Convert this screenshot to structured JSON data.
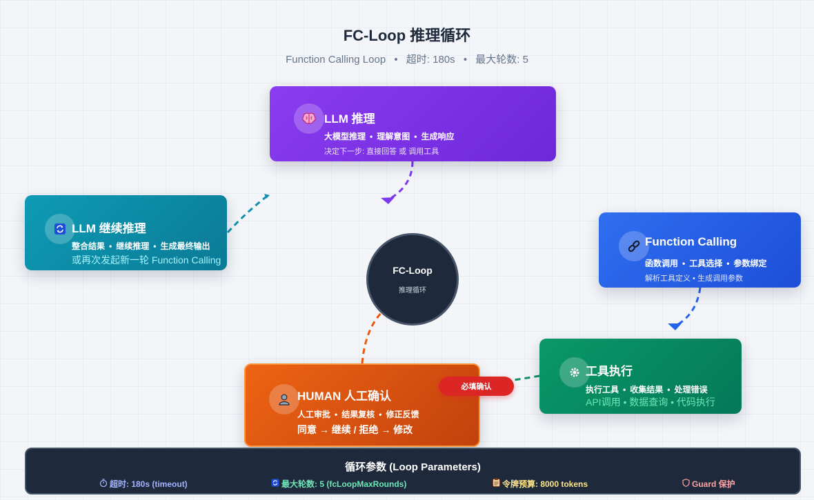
{
  "header": {
    "title": "FC-Loop 推理循环",
    "subtitle_parts": [
      "Function Calling Loop",
      "超时: 180s",
      "最大轮数: 5"
    ],
    "separator": "•"
  },
  "nodes": {
    "llm": {
      "icon": "brain-icon",
      "title": "LLM 推理",
      "items": [
        "大模型推理",
        "理解意图",
        "生成响应"
      ],
      "note": "决定下一步: 直接回答 或 调用工具",
      "color": "#7c3aed"
    },
    "llm_continue": {
      "icon": "refresh-icon",
      "title": "LLM 继续推理",
      "items": [
        "整合结果",
        "继续推理",
        "生成最终输出"
      ],
      "note": "或再次发起新一轮 Function Calling",
      "color": "#0e8fab"
    },
    "function_calling": {
      "icon": "link-icon",
      "title": "Function Calling",
      "items": [
        "函数调用",
        "工具选择",
        "参数绑定"
      ],
      "note": "解析工具定义 • 生成调用参数",
      "color": "#2563eb"
    },
    "tool_exec": {
      "icon": "gear-icon",
      "title": "工具执行",
      "items": [
        "执行工具",
        "收集结果",
        "处理错误"
      ],
      "note": "API调用 • 数据查询 • 代码执行",
      "color": "#059669"
    },
    "human": {
      "icon": "person-icon",
      "title": "HUMAN 人工确认",
      "items": [
        "人工审批",
        "结果复核",
        "修正反馈"
      ],
      "note": "同意 → 继续 / 拒绝 → 修改",
      "color": "#ea580c"
    },
    "center": {
      "title": "FC-Loop",
      "subtitle": "推理循环"
    },
    "badge": {
      "label": "必填确认",
      "color": "#dc2626"
    }
  },
  "params": {
    "title": "循环参数 (Loop Parameters)",
    "items": [
      {
        "icon": "stopwatch-icon",
        "label": "超时: 180s (timeout)",
        "color": "#a5b4fc"
      },
      {
        "icon": "refresh-icon",
        "label": "最大轮数: 5 (fcLoopMaxRounds)",
        "color": "#6ee7b7"
      },
      {
        "icon": "clipboard-icon",
        "label": "令牌预算: 8000 tokens",
        "color": "#fde68a"
      },
      {
        "icon": "shield-icon",
        "label": "Guard 保护",
        "color": "#fca5a5"
      }
    ]
  }
}
